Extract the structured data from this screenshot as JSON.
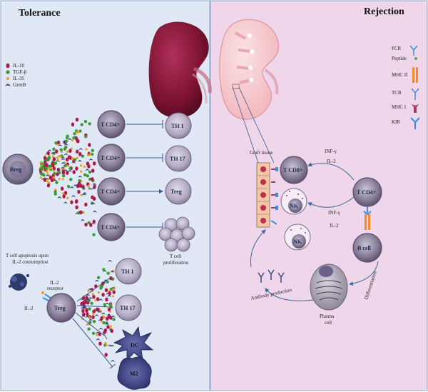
{
  "panels": {
    "left_title": "Tolerance",
    "right_title": "Rejection"
  },
  "left_legend": [
    {
      "label": "IL-10",
      "color": "#b0174a",
      "icon": "oval-dot-icon"
    },
    {
      "label": "TGF-β",
      "color": "#3a9a3a",
      "icon": "round-dot-icon"
    },
    {
      "label": "IL-35",
      "color": "#e8a020",
      "icon": "small-dot-icon"
    },
    {
      "label": "GzmB",
      "color": "#243a7a",
      "icon": "crescent-icon"
    }
  ],
  "right_legend": [
    {
      "label": "FCR",
      "icon": "fcr-receptor-icon",
      "color": "#3a8fd8"
    },
    {
      "label": "Peptide",
      "icon": "peptide-dot-icon",
      "color": "#3a9a3a"
    },
    {
      "label": "MHC II",
      "icon": "mhc2-icon",
      "color": "#f08a2a"
    },
    {
      "label": "TCR",
      "icon": "tcr-icon",
      "color": "#3a8fd8"
    },
    {
      "label": "MHC I",
      "icon": "mhc1-icon",
      "color": "#a83a5a"
    },
    {
      "label": "KIR",
      "icon": "kir-icon",
      "color": "#3a8fd8"
    }
  ],
  "left": {
    "breg": "Breg",
    "tcd4_cells": [
      "T CD4+",
      "T CD4+",
      "T CD4+",
      "T CD4+"
    ],
    "targets": [
      "TH 1",
      "TH 17",
      "Treg"
    ],
    "proliferation": [
      "T cell",
      "proliferation"
    ],
    "apoptosis_text": [
      "T cell apoptosis upon",
      "IL-2 consumption"
    ],
    "il2_receptor": [
      "IL-2",
      "receptor"
    ],
    "il2": "IL-2",
    "treg": "Treg",
    "lower_targets": [
      "TH 1",
      "TH 17",
      "DC",
      "M2"
    ]
  },
  "right": {
    "graft_tissue": "Graft tissue",
    "tcd8": "T CD8+",
    "nk1": "NK",
    "nk2": "NK",
    "tcd4": "T CD4+",
    "bcell": "B cell",
    "plasma": [
      "Plasma",
      "cell"
    ],
    "infg_top": "INF-γ",
    "il2_top": "IL-2",
    "infg_mid": "INF-γ",
    "il2_mid": "IL-2",
    "antibody": "Antibody production",
    "differentiation": "Differentiation"
  }
}
